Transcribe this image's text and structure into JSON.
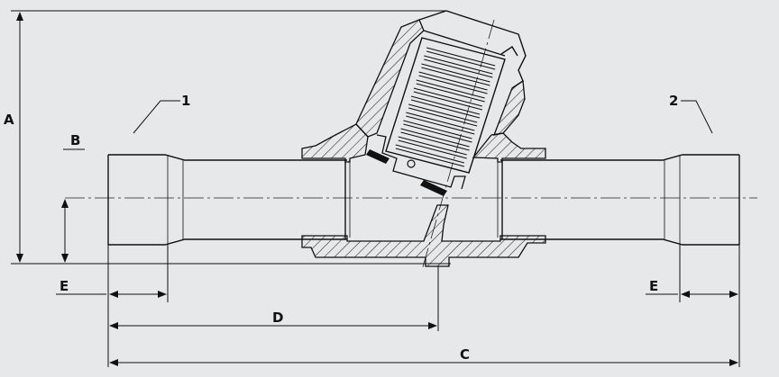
{
  "colors": {
    "background": "#e7e8ea",
    "line": "#111111",
    "hatch": "#222222",
    "seal": "#111111"
  },
  "labels": {
    "overall_height": "A",
    "pipe_height": "B",
    "overall_length": "C",
    "inlet_to_axis": "D",
    "left_end": "E",
    "right_end": "E",
    "inlet": "1",
    "outlet": "2"
  }
}
